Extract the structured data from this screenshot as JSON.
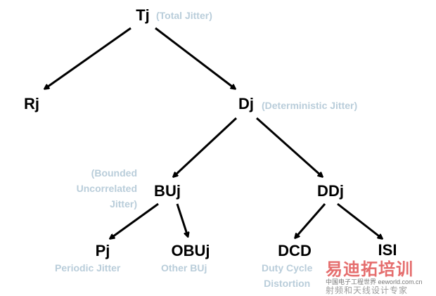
{
  "nodes": {
    "tj": {
      "name": "Tj",
      "label": "(Total Jitter)"
    },
    "rj": {
      "name": "Rj"
    },
    "dj": {
      "name": "Dj",
      "label": "(Deterministic Jitter)"
    },
    "buj": {
      "name": "BUj",
      "label_lines": [
        "(Bounded",
        "Uncorrelated",
        "Jitter)"
      ]
    },
    "ddj": {
      "name": "DDj"
    },
    "pj": {
      "name": "Pj",
      "label": "Periodic Jitter"
    },
    "obuj": {
      "name": "OBUj",
      "label": "Other BUj"
    },
    "dcd": {
      "name": "DCD",
      "label_lines": [
        "Duty Cycle",
        "Distortion"
      ]
    },
    "isi": {
      "name": "ISI"
    }
  },
  "edges": [
    [
      "tj",
      "rj"
    ],
    [
      "tj",
      "dj"
    ],
    [
      "dj",
      "buj"
    ],
    [
      "dj",
      "ddj"
    ],
    [
      "buj",
      "pj"
    ],
    [
      "buj",
      "obuj"
    ],
    [
      "ddj",
      "dcd"
    ],
    [
      "ddj",
      "isi"
    ]
  ],
  "watermark": {
    "brand": "易迪拓培训",
    "tagline": "射频和天线设计专家",
    "site": "中国电子工程世界 eeworld.com.cn"
  }
}
